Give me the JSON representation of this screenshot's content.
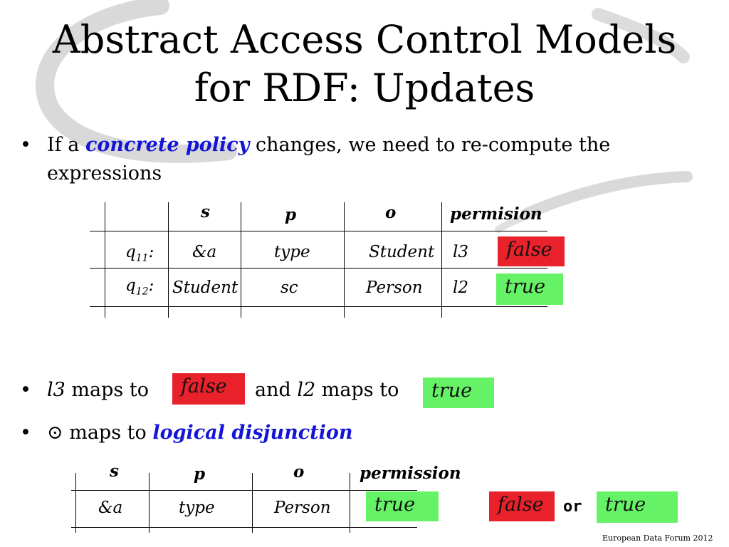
{
  "slide": {
    "title_line1": "Abstract Access Control Models",
    "title_line2": "for RDF: Updates",
    "bullet1": {
      "prefix": "If a",
      "highlight": "concrete policy",
      "suffix": "changes, we need to re-compute the",
      "line2": "expressions"
    },
    "table1": {
      "headers": [
        "s",
        "p",
        "o",
        "permision"
      ],
      "rows": [
        {
          "label": "q",
          "sub": "11",
          "colon": ":",
          "s": "&a",
          "p": "type",
          "o": "Student",
          "perm": "l3",
          "value": "false"
        },
        {
          "label": "q",
          "sub": "12",
          "colon": ":",
          "s": "Student",
          "p": "sc",
          "o": "Person",
          "perm": "l2",
          "value": "true"
        }
      ]
    },
    "bullet2": {
      "l3": "l3",
      "maps_to_1": "maps to",
      "false_box": "false",
      "and": "and",
      "l2": "l2",
      "maps_to_2": "maps to",
      "true_box": "true"
    },
    "bullet3": {
      "symbol": "⊙",
      "maps_to": "maps to",
      "highlight": "logical disjunction"
    },
    "table2": {
      "headers": [
        "s",
        "p",
        "o",
        "permission"
      ],
      "row": {
        "s": "&a",
        "p": "type",
        "o": "Person",
        "value": "true"
      }
    },
    "expression": {
      "left": "false",
      "op": "or",
      "right": "true"
    },
    "footer": "European Data Forum 2012"
  },
  "colors": {
    "highlight": "#1515d6",
    "false_box": "#e8212b",
    "true_box": "#66f266",
    "swirl": "#d6d6d6"
  }
}
